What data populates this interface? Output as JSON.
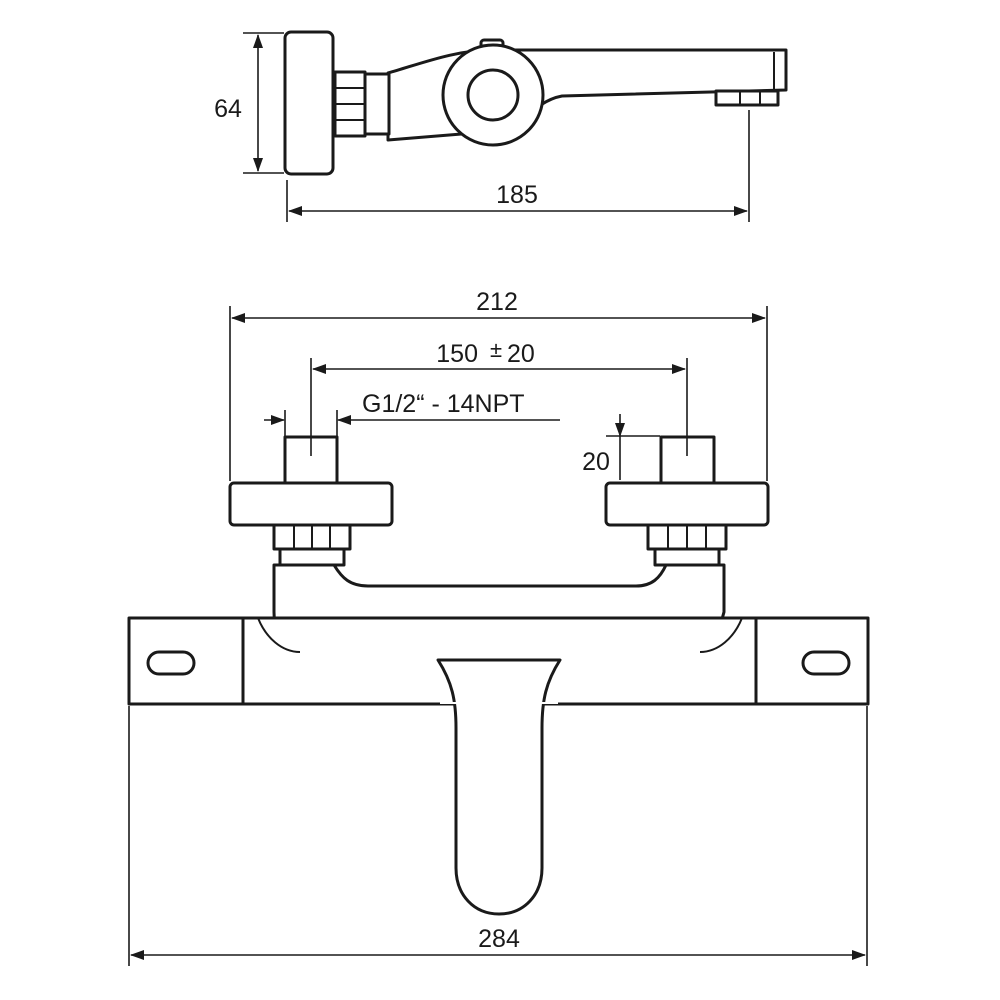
{
  "dimensions": {
    "side_height": "64",
    "side_length": "185",
    "overall_inlet_width": "212",
    "inlet_spacing": "150",
    "inlet_spacing_tolerance_sign": "±",
    "inlet_spacing_tolerance": "20",
    "thread_spec": "G1/2“ - 14NPT",
    "inlet_length": "20",
    "overall_width": "284"
  }
}
